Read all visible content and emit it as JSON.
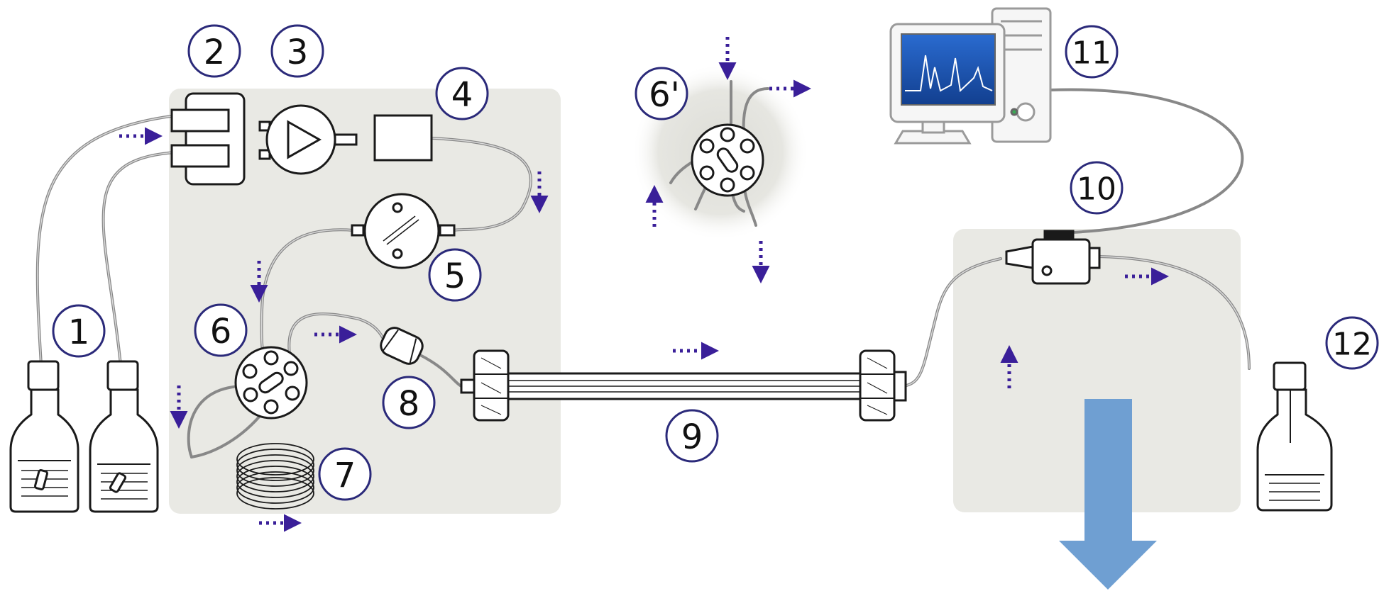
{
  "labels": {
    "l1": "1",
    "l2": "2",
    "l3": "3",
    "l4": "4",
    "l5": "5",
    "l6": "6",
    "l6p": "6'",
    "l7": "7",
    "l8": "8",
    "l9": "9",
    "l10": "10",
    "l11": "11",
    "l12": "12"
  },
  "colors": {
    "panel": "#e9e9e4",
    "label_ring": "#2b2a7a",
    "flow_arrow": "#3a1f99",
    "outline": "#1a1a1a",
    "tube": "#9a9a9a",
    "screen": "#1e5db8",
    "big_arrow": "#6f9fd2"
  }
}
